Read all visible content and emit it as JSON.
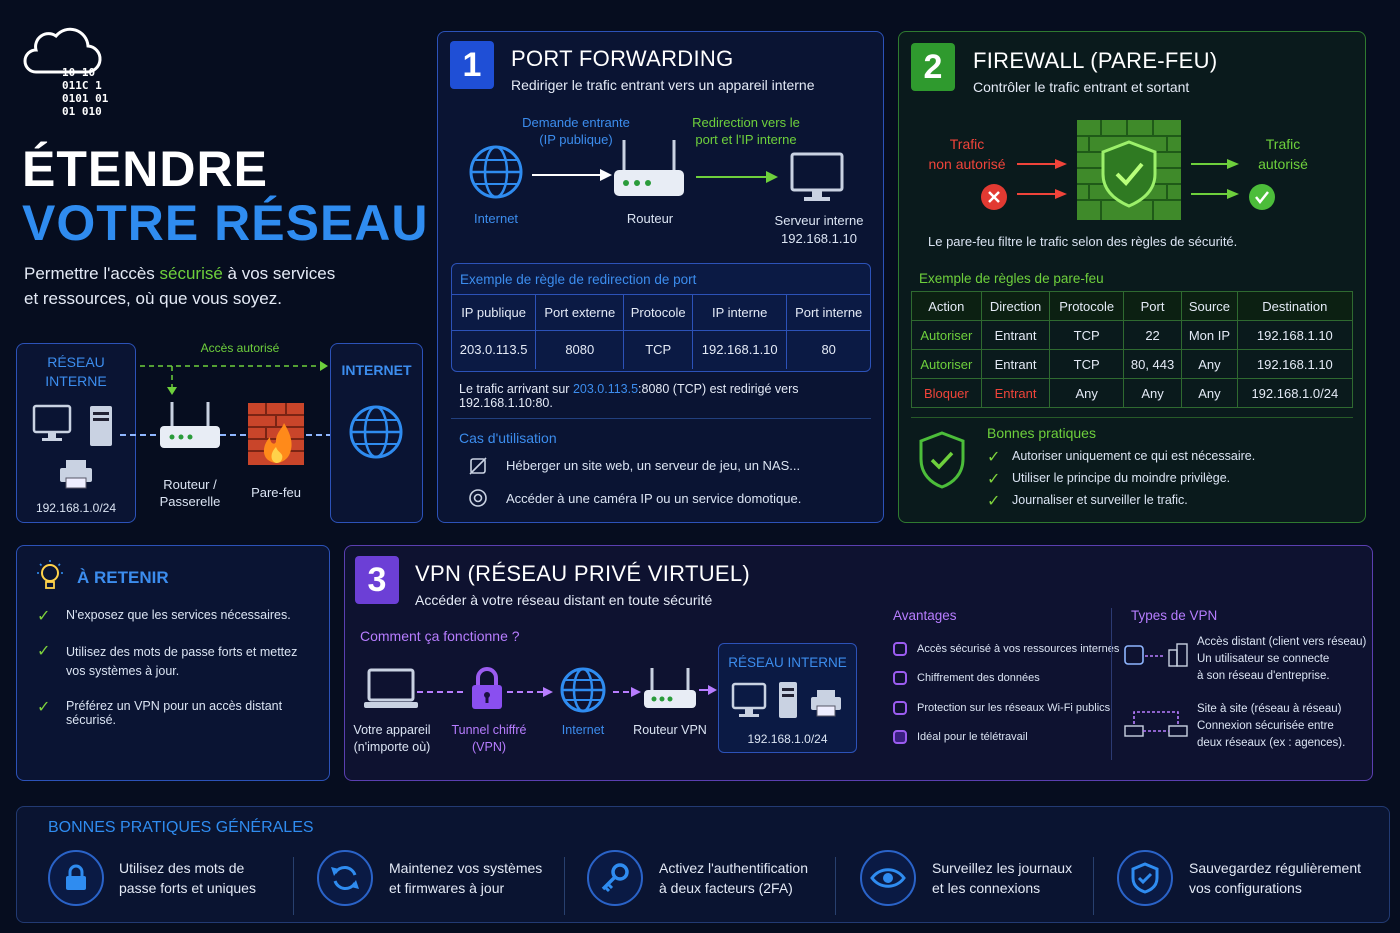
{
  "hero": {
    "binary": [
      "10  10",
      "011C 1",
      "0101  01",
      "01   010"
    ],
    "title_line1": "ÉTENDRE",
    "title_line2": "VOTRE RÉSEAU",
    "desc_part1": "Permettre l'accès ",
    "desc_highlight": "sécurisé",
    "desc_part2": " à vos services",
    "desc_line2": "et ressources, où que vous soyez."
  },
  "network_diagram": {
    "internal_label_1": "RÉSEAU",
    "internal_label_2": "INTERNE",
    "internal_subnet": "192.168.1.0/24",
    "allowed_access": "Accès autorisé",
    "router_label_1": "Routeur /",
    "router_label_2": "Passerelle",
    "firewall_label": "Pare-feu",
    "internet_label": "INTERNET"
  },
  "section1": {
    "number": "1",
    "title": "PORT FORWARDING",
    "subtitle": "Rediriger le trafic entrant vers un appareil interne",
    "incoming_label_1": "Demande entrante",
    "incoming_label_2": "(IP publique)",
    "redirect_label_1": "Redirection vers le",
    "redirect_label_2": "port et l'IP interne",
    "internet": "Internet",
    "router": "Routeur",
    "server_label": "Serveur interne",
    "server_ip": "192.168.1.10",
    "example_title": "Exemple de règle de redirection de port",
    "table": {
      "headers": [
        "IP publique",
        "Port externe",
        "Protocole",
        "IP interne",
        "Port interne"
      ],
      "row": [
        "203.0.113.5",
        "8080",
        "TCP",
        "192.168.1.10",
        "80"
      ]
    },
    "note_part1": "Le trafic arrivant sur ",
    "note_highlight": "203.0.113.5",
    "note_part2": ":8080 (TCP) est redirigé vers 192.168.1.10:80.",
    "use_cases_title": "Cas d'utilisation",
    "use_cases": [
      "Héberger un site web, un serveur de jeu, un NAS...",
      "Accéder à une caméra IP ou un service domotique."
    ]
  },
  "section2": {
    "number": "2",
    "title": "FIREWALL (PARE-FEU)",
    "subtitle": "Contrôler le trafic entrant et sortant",
    "unauth_1": "Trafic",
    "unauth_2": "non autorisé",
    "auth_1": "Trafic",
    "auth_2": "autorisé",
    "filter_text": "Le pare-feu filtre le trafic selon des règles de sécurité.",
    "rules_title": "Exemple de règles de pare-feu",
    "table": {
      "headers": [
        "Action",
        "Direction",
        "Protocole",
        "Port",
        "Source",
        "Destination"
      ],
      "rows": [
        [
          "Autoriser",
          "Entrant",
          "TCP",
          "22",
          "Mon IP",
          "192.168.1.10"
        ],
        [
          "Autoriser",
          "Entrant",
          "TCP",
          "80, 443",
          "Any",
          "192.168.1.10"
        ],
        [
          "Bloquer",
          "Entrant",
          "Any",
          "Any",
          "Any",
          "192.168.1.0/24"
        ]
      ]
    },
    "best_title": "Bonnes pratiques",
    "best": [
      "Autoriser uniquement ce qui est nécessaire.",
      "Utiliser le principe du moindre privilège.",
      "Journaliser et surveiller le trafic."
    ]
  },
  "retain": {
    "title": "À RETENIR",
    "items": [
      "N'exposez que les services nécessaires.",
      "Utilisez des mots de passe forts et mettez",
      "vos systèmes à jour.",
      "Préférez un VPN pour un accès distant sécurisé."
    ]
  },
  "section3": {
    "number": "3",
    "title": "VPN (RÉSEAU PRIVÉ VIRTUEL)",
    "subtitle": "Accéder à votre réseau distant en toute sécurité",
    "how_title": "Comment ça fonctionne ?",
    "device_1": "Votre appareil",
    "device_2": "(n'importe où)",
    "tunnel_1": "Tunnel chiffré",
    "tunnel_2": "(VPN)",
    "internet": "Internet",
    "router": "Routeur VPN",
    "internal": "RÉSEAU INTERNE",
    "subnet": "192.168.1.0/24",
    "advantages_title": "Avantages",
    "advantages": [
      "Accès sécurisé à vos ressources internes",
      "Chiffrement des données",
      "Protection sur les réseaux Wi-Fi publics",
      "Idéal pour le télétravail"
    ],
    "types_title": "Types de VPN",
    "type1_title": "Accès distant (client vers réseau)",
    "type1_l1": "Un utilisateur se connecte",
    "type1_l2": "à son réseau d'entreprise.",
    "type2_title": "Site à site (réseau à réseau)",
    "type2_l1": "Connexion sécurisée entre",
    "type2_l2": "deux réseaux (ex : agences)."
  },
  "general": {
    "title": "BONNES PRATIQUES GÉNÉRALES",
    "items": [
      {
        "l1": "Utilisez des mots de",
        "l2": "passe forts et uniques"
      },
      {
        "l1": "Maintenez vos systèmes",
        "l2": "et firmwares à jour"
      },
      {
        "l1": "Activez l'authentification",
        "l2": "à deux facteurs (2FA)"
      },
      {
        "l1": "Surveillez les journaux",
        "l2": "et les connexions"
      },
      {
        "l1": "Sauvegardez régulièrement",
        "l2": "vos configurations"
      }
    ]
  }
}
